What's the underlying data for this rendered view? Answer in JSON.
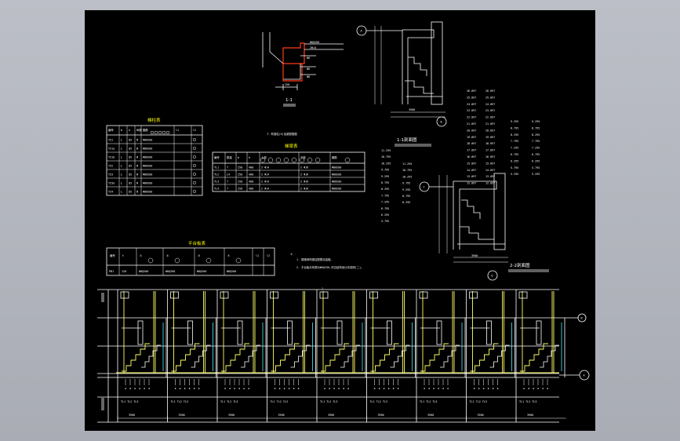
{
  "drawing": {
    "section_1_1": {
      "title": "1-1",
      "note": "① 构造柱(H)及梁配筋图"
    },
    "table_a": {
      "title": "梯柱表",
      "headers": [
        "编号",
        "b",
        "h",
        "纵筋",
        "箍筋",
        "l1",
        "l2"
      ],
      "rows": [
        [
          "TZ1",
          "L",
          "Q5",
          "ф",
          "Φ8@200"
        ],
        [
          "TZ1a",
          "L",
          "Q5",
          "ф",
          "Φ8@200"
        ],
        [
          "TZ1b",
          "L",
          "Q5",
          "ф",
          "Φ8@200"
        ],
        [
          "TZ2",
          "L",
          "Q5",
          "ф",
          "Φ8@200"
        ],
        [
          "TZ3",
          "L",
          "Q5",
          "ф",
          "Φ8@200"
        ],
        [
          "TZ3a",
          "L",
          "Q5",
          "ф",
          "Φ8@200"
        ],
        [
          "TZ4",
          "L",
          "Q5",
          "ф",
          "Φ8@200"
        ]
      ]
    },
    "table_b": {
      "title": "梯梁表",
      "headers": [
        "编号",
        "数量",
        "b",
        "h",
        "上部",
        "下部",
        "箍筋"
      ],
      "rows": [
        [
          "TL1",
          "7",
          "250",
          "400",
          "2 Φ14",
          "2 Φ16",
          "Φ8@200"
        ],
        [
          "TL2",
          "L4",
          "250",
          "400",
          "2 Φ14",
          "2 Φ16",
          "Φ8@200"
        ],
        [
          "TL3",
          "7",
          "250",
          "400",
          "2 Φ14",
          "2 Φ16",
          "Φ8@200"
        ],
        [
          "TL4",
          "7",
          "250",
          "400",
          "2 Φ14",
          "2 Φ16",
          "Φ8@200"
        ]
      ]
    },
    "table_c": {
      "title": "平台板表",
      "headers": [
        "编号",
        "t",
        "①",
        "②",
        "③",
        "④",
        "l1",
        "l2"
      ],
      "row": [
        "PB1",
        "120",
        "Φ8@200",
        "Φ8@200",
        "Φ8@200",
        "Φ8@200"
      ]
    },
    "notes": {
      "marker": "①",
      "line1": "1. 楼梯间构造柱配筋见结施。",
      "line2": "2. 平台板分布筋为Φ6@250,详见结构设计总说明(二)。"
    },
    "section_a": {
      "title": "1-1剖面图",
      "axis_top": "A",
      "axis_bottom": "B",
      "dim": "3900"
    },
    "section_b": {
      "title": "2-2剖面图",
      "axis_left": "C",
      "axis_bottom": "D",
      "dim": "3900"
    },
    "elevation_list": {
      "col1": [
        "26.097",
        "25.097",
        "24.097",
        "23.097",
        "22.097",
        "21.097",
        "20.097",
        "19.097",
        "18.097",
        "17.097",
        "16.097",
        "15.097",
        "14.097",
        "13.097",
        "12.097"
      ],
      "col2": [
        "26.097",
        "25.097",
        "24.097",
        "23.097",
        "22.097",
        "21.097",
        "20.097",
        "19.097",
        "18.097",
        "17.097",
        "16.097",
        "15.097",
        "14.097",
        "13.097",
        "12.097"
      ],
      "col3": [
        "9.295",
        "8.795",
        "8.295",
        "7.795",
        "7.295",
        "6.795",
        "6.295",
        "5.795",
        "5.295"
      ],
      "col4": [
        "9.295",
        "8.795",
        "8.295",
        "7.795",
        "7.295",
        "6.795",
        "6.295",
        "5.795",
        "5.295"
      ]
    },
    "elevation_list_2": {
      "col1": [
        "11.295",
        "10.795",
        "10.295",
        "9.795",
        "9.295",
        "8.795",
        "8.295",
        "7.795",
        "7.295",
        "6.795",
        "6.295",
        "5.795"
      ],
      "col2": [
        "11.295",
        "10.795",
        "10.295",
        "9.795",
        "9.295",
        "8.795",
        "8.295"
      ]
    },
    "plan_strip": {
      "axis_right": "A",
      "axis_right_2": "B",
      "label_mark": "1",
      "dims": [
        "3900",
        "3900",
        "3900",
        "3900",
        "3900",
        "3900",
        "3900",
        "3900",
        "3900"
      ],
      "bottom_labels": [
        "TL1 TL2 TL3",
        "TL1 TL2 TL3",
        "TL1 TL2 TL3",
        "TL1 TL2 TL3",
        "TL1 TL2 TL3",
        "TL1 TL2 TL3",
        "TL1 TL2 TL3",
        "TL1 TL2 TL3",
        "TL1 TL2 TL3"
      ]
    },
    "colors": {
      "line_white": "#ffffff",
      "line_yellow": "#ffff66",
      "line_cyan": "#4cf0ff",
      "line_red": "#ff3a1a",
      "title_yellow": "#ffff00"
    }
  }
}
